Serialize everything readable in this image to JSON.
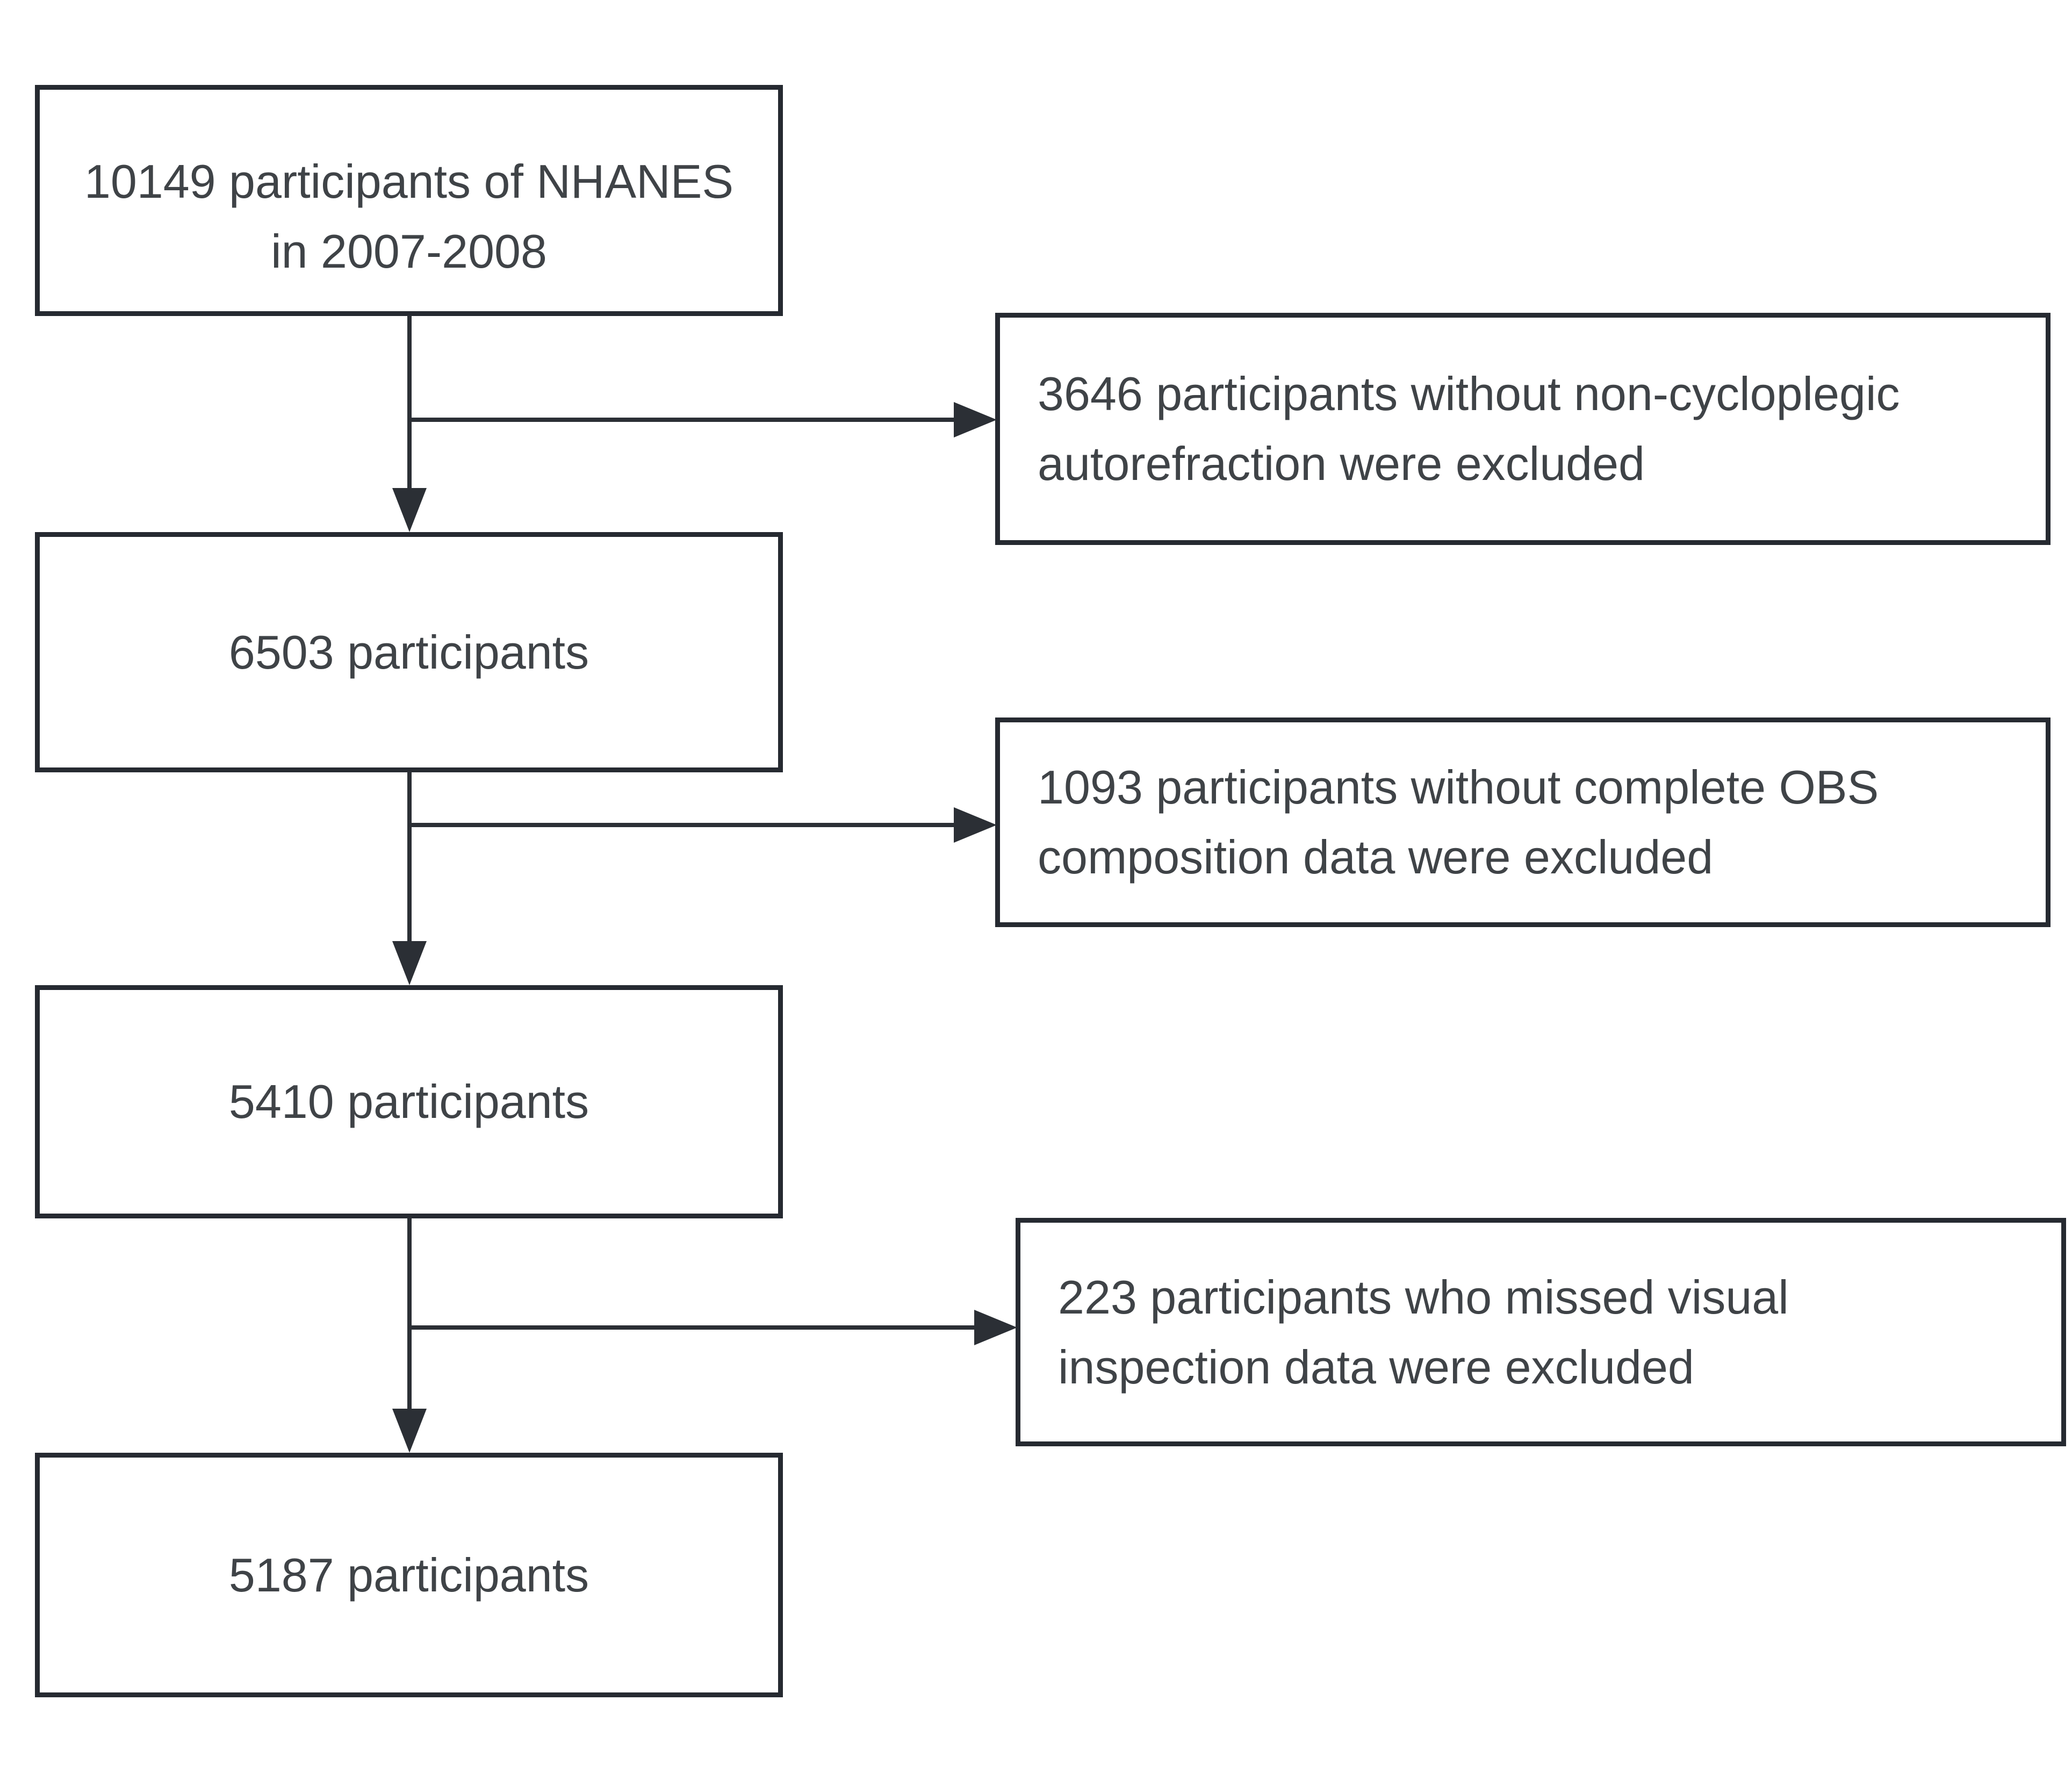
{
  "figure": {
    "type": "participant-flow-diagram",
    "colors": {
      "background": "#ffffff",
      "line": "#2b2f35",
      "border": "#262a31",
      "text": "#3f4347"
    },
    "flow_boxes": [
      {
        "lines": [
          "10149 participants of NHANES",
          "in 2007-2008"
        ]
      },
      {
        "lines": [
          "6503 participants"
        ]
      },
      {
        "lines": [
          "5410 participants"
        ]
      },
      {
        "lines": [
          "5187 participants"
        ]
      }
    ],
    "exclusion_boxes": [
      {
        "lines": [
          "3646 participants without non-cycloplegic",
          "autorefraction were excluded"
        ]
      },
      {
        "lines": [
          "1093 participants without complete OBS",
          "composition data were excluded"
        ]
      },
      {
        "lines": [
          "223 participants who missed visual",
          "inspection data were excluded"
        ]
      }
    ]
  }
}
